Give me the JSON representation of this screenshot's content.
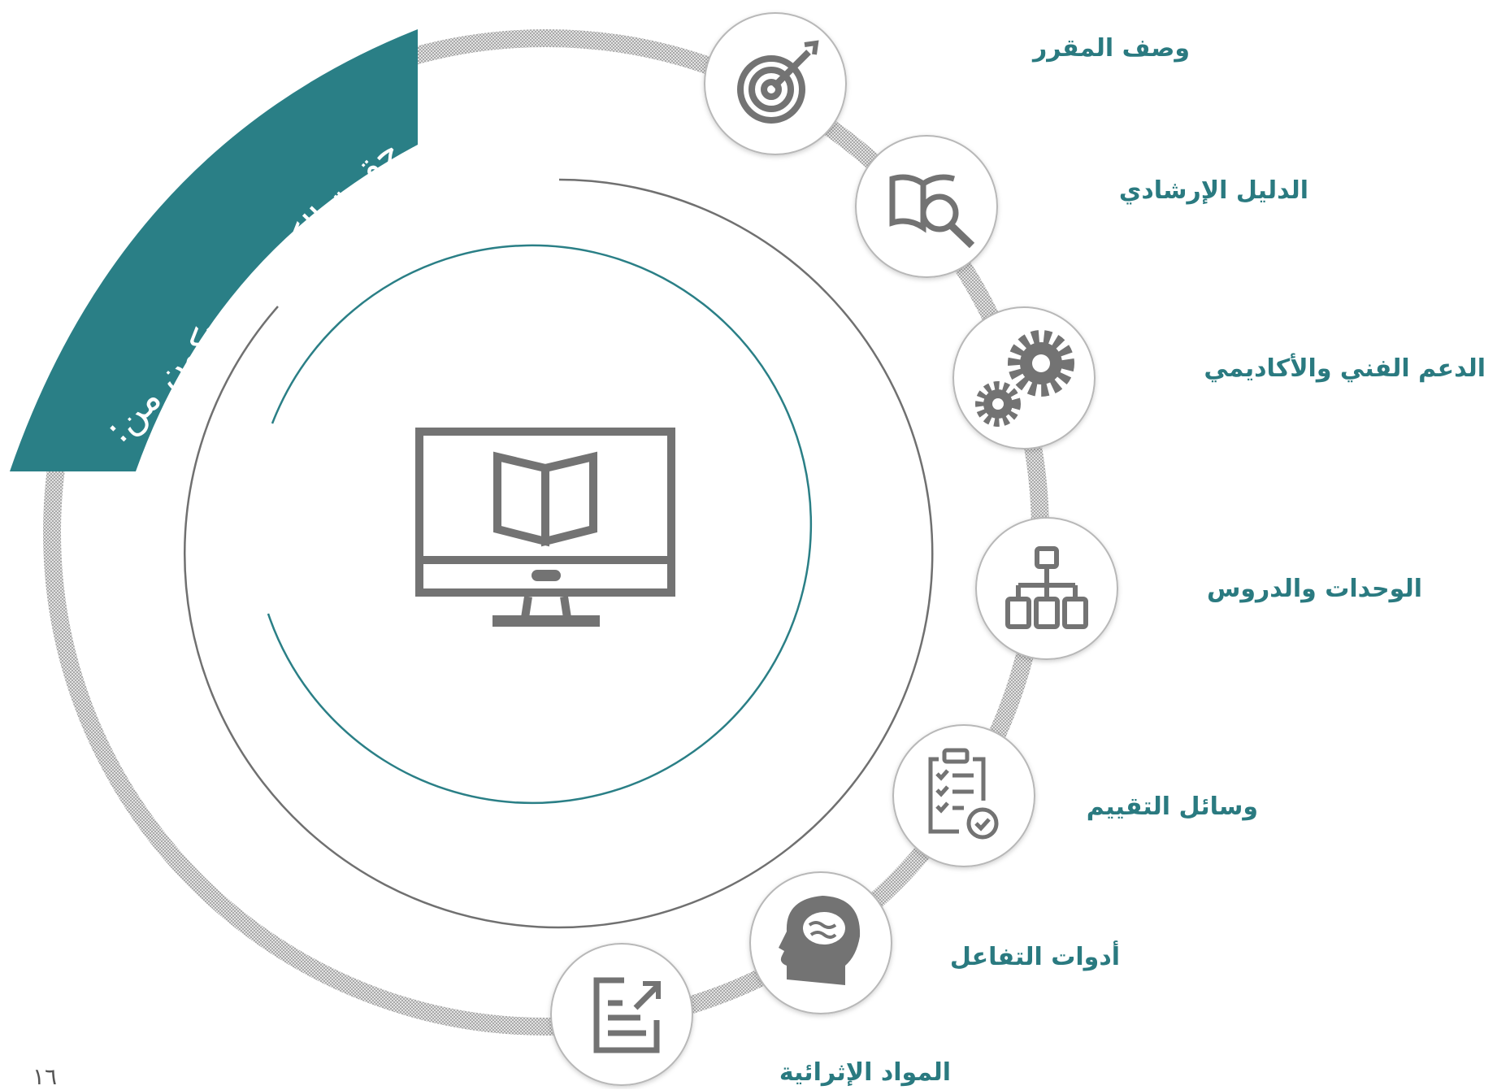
{
  "banner": {
    "title": "حقيبة إلكترونية تتكون من:"
  },
  "items": [
    {
      "label": "وصف المقرر",
      "icon": "target-icon"
    },
    {
      "label": "الدليل الإرشادي",
      "icon": "book-search-icon"
    },
    {
      "label": "الدعم الفني والأكاديمي",
      "icon": "gears-icon"
    },
    {
      "label": "الوحدات والدروس",
      "icon": "hierarchy-icon"
    },
    {
      "label": "وسائل التقييم",
      "icon": "checklist-icon"
    },
    {
      "label": "أدوات التفاعل",
      "icon": "brain-head-icon"
    },
    {
      "label": "المواد الإثرائية",
      "icon": "edit-document-icon"
    }
  ],
  "center": {
    "icon": "monitor-book-icon"
  },
  "page_number": "١٦",
  "colors": {
    "teal": "#2a7f86",
    "label": "#2a7a80",
    "icon_gray": "#737373",
    "line_gray": "#707070"
  }
}
